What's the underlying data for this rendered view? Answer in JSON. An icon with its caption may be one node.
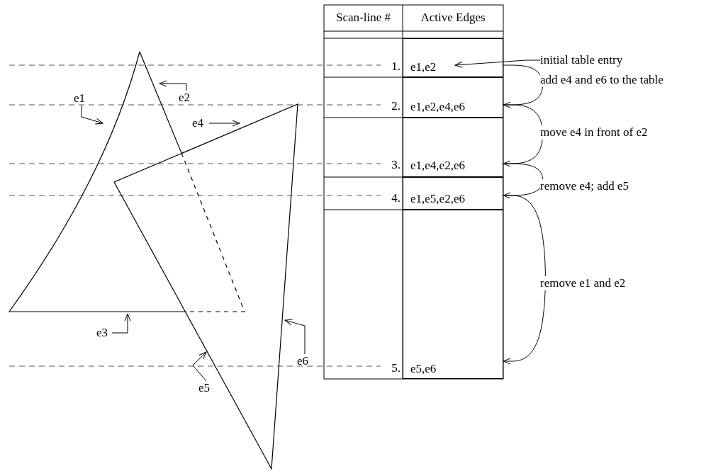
{
  "diagram": {
    "nodes": [
      {
        "text": [
          "initial table entry"
        ]
      },
      {
        "text": [
          "e1,e2"
        ]
      },
      {
        "text": [
          "e1,e2,e4,e6"
        ]
      },
      {
        "text": [
          "e1,e4,e2,e6"
        ]
      },
      {
        "text": [
          "e1,e5,e2,e6"
        ]
      },
      {
        "text": [
          "e5,e6"
        ]
      },
      {
        "text": [
          "e1"
        ]
      },
      {
        "text": [
          "e2"
        ]
      },
      {
        "text": [
          "e3"
        ]
      },
      {
        "text": [
          "e4"
        ]
      },
      {
        "text": [
          "e5"
        ]
      },
      {
        "text": [
          "e6"
        ]
      }
    ],
    "edges": [
      {
        "from": 0,
        "to": 1,
        "arrow": "to"
      },
      {
        "from": 1,
        "to": 2,
        "arrow": "to",
        "label": "add e4 and e6 to the table"
      },
      {
        "from": 2,
        "to": 3,
        "arrow": "to",
        "label": "move e4 in front of e2"
      },
      {
        "from": 3,
        "to": 4,
        "arrow": "to",
        "label": "remove e4; add e5"
      },
      {
        "from": 4,
        "to": 5,
        "arrow": "to",
        "label": "remove e1 and e2"
      },
      {
        "from": 6,
        "to": null,
        "arrow": "to"
      },
      {
        "from": 7,
        "to": null,
        "arrow": "to"
      },
      {
        "from": 8,
        "to": null,
        "arrow": "to"
      },
      {
        "from": 9,
        "to": null,
        "arrow": "to"
      },
      {
        "from": 10,
        "to": null,
        "arrow": "to"
      },
      {
        "from": 11,
        "to": null,
        "arrow": "to"
      }
    ],
    "labels": [
      "Scan-line #",
      "Active Edges",
      "1.",
      "2.",
      "3.",
      "4.",
      "5."
    ]
  }
}
